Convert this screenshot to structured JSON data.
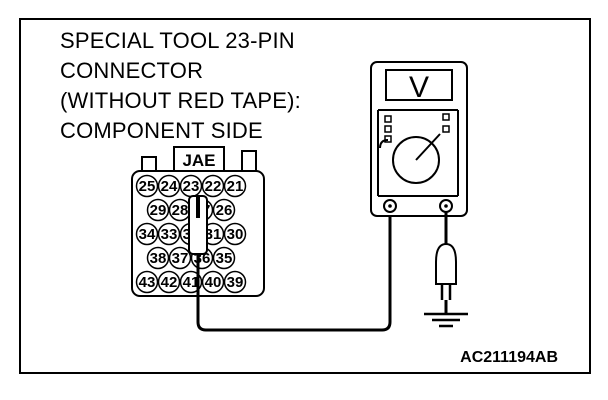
{
  "title": {
    "lines": [
      "SPECIAL TOOL 23-PIN",
      "CONNECTOR",
      "(WITHOUT RED TAPE):",
      "COMPONENT SIDE"
    ]
  },
  "connector": {
    "brand": "JAE",
    "rows": [
      [
        "25",
        "24",
        "23",
        "22",
        "21"
      ],
      [
        "29",
        "28",
        "27",
        "26"
      ],
      [
        "34",
        "33",
        "32",
        "31",
        "30"
      ],
      [
        "38",
        "37",
        "36",
        "35"
      ],
      [
        "43",
        "42",
        "41",
        "40",
        "39"
      ]
    ]
  },
  "meter": {
    "display": "V"
  },
  "figure_code": "AC211194AB"
}
